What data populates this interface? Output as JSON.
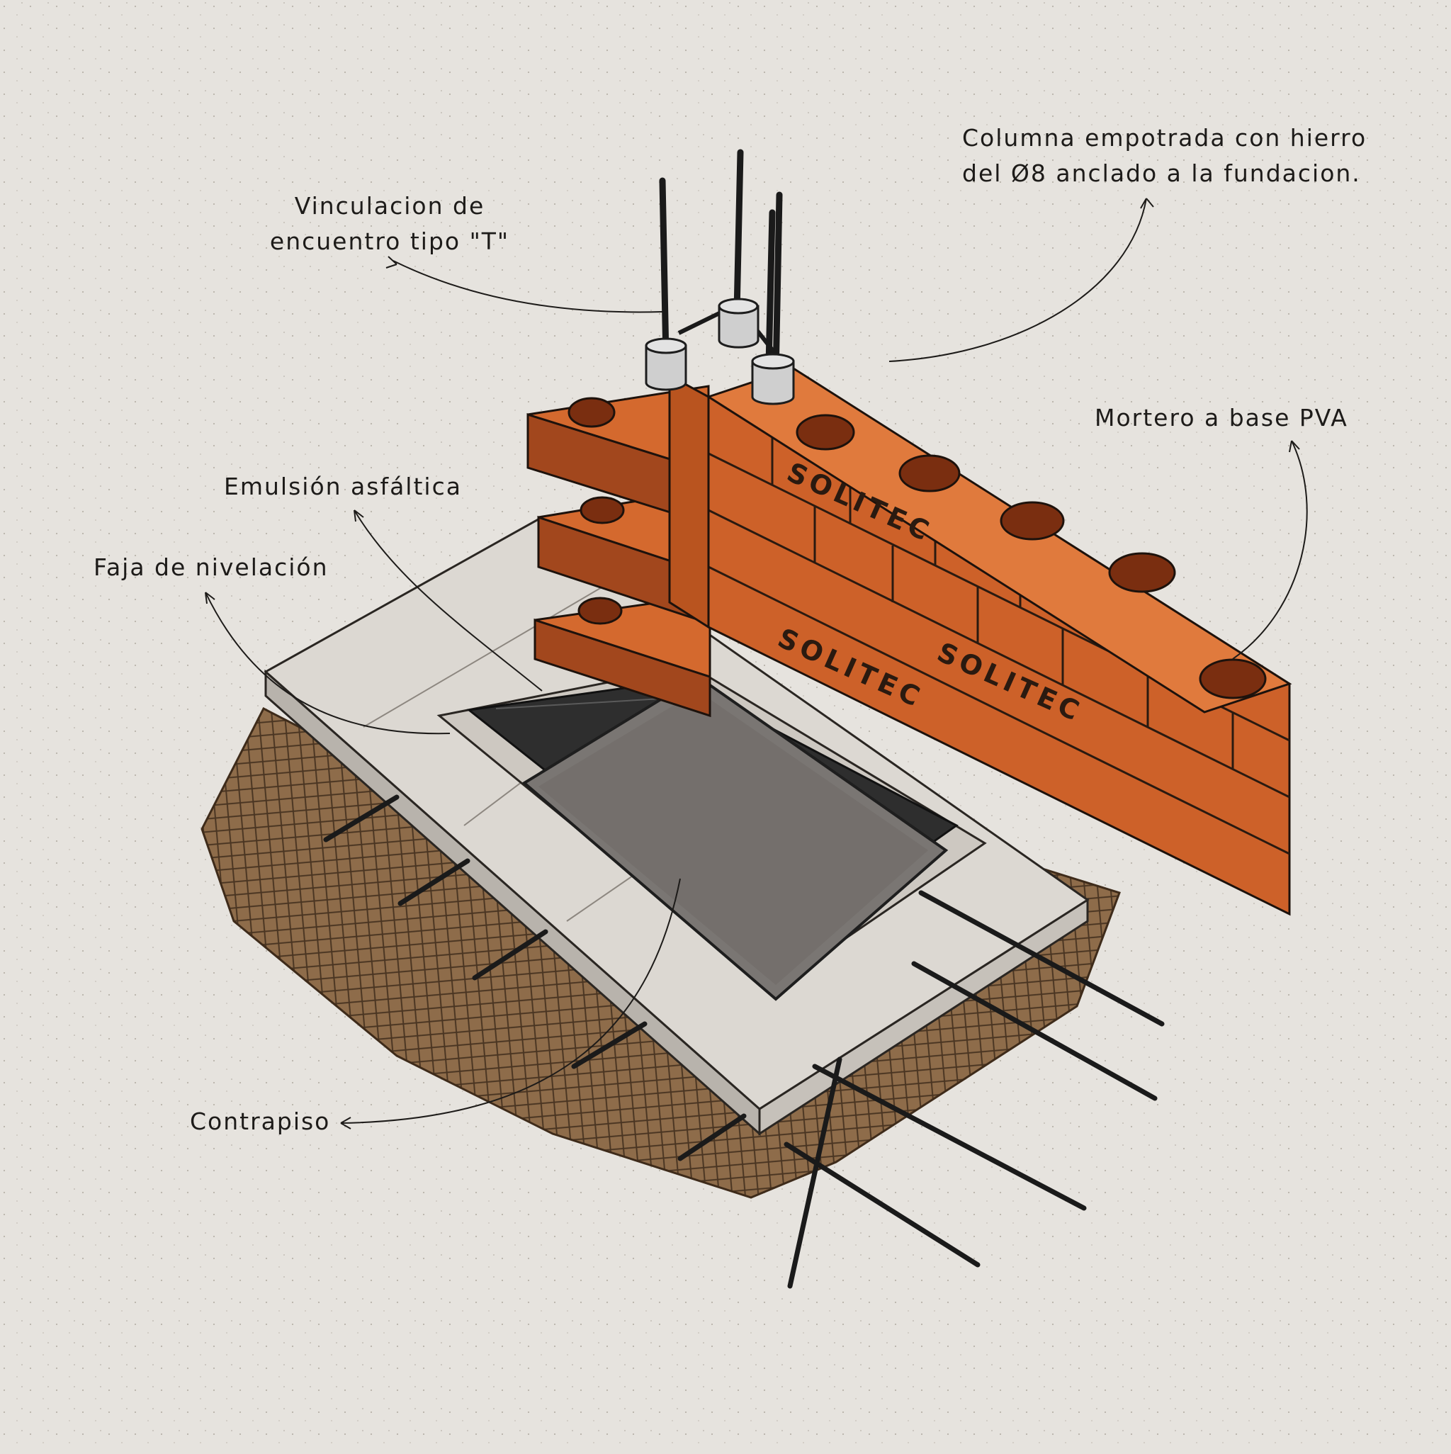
{
  "labels": {
    "t_joint": [
      "Vinculacion de",
      "encuentro tipo \"T\""
    ],
    "column": [
      "Columna empotrada con hierro",
      "del Ø8 anclado a la fundacion."
    ],
    "mortar": "Mortero a base PVA",
    "asphalt": "Emulsión asfáltica",
    "leveling": "Faja de nivelación",
    "subfloor": "Contrapiso"
  },
  "brick_brand": "SOLITEC",
  "colors": {
    "paper": "#e6e3de",
    "brick": "#d4692e",
    "brick_dark": "#a2471d",
    "concrete": "#d9d5cf",
    "soil": "#8c6a48",
    "asphalt": "#2c2c2c",
    "ink": "#1d1b19"
  }
}
